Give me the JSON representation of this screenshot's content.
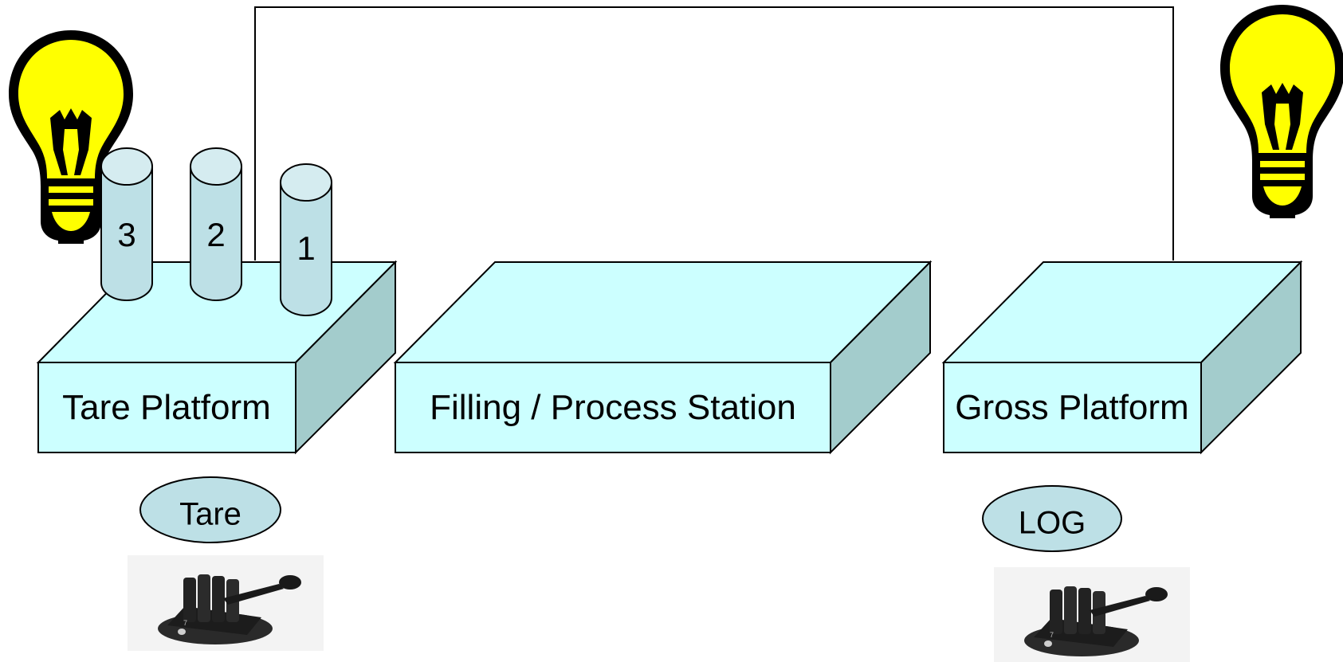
{
  "stations": {
    "tare": {
      "label": "Tare Platform"
    },
    "filling": {
      "label": "Filling / Process Station"
    },
    "gross": {
      "label": "Gross Platform"
    }
  },
  "containers": [
    {
      "label": "3"
    },
    {
      "label": "2"
    },
    {
      "label": "1"
    }
  ],
  "buttons": {
    "tare": {
      "label": "Tare"
    },
    "log": {
      "label": "LOG"
    }
  },
  "colors": {
    "box_front": "#ccffff",
    "box_top": "#ccffff",
    "box_side": "#a3cccc",
    "cylinder": "#bde0e6",
    "button_fill": "#bde0e6",
    "bulb": "#ffff00",
    "outline": "#000000"
  },
  "icons": {
    "indicator_light": "light-bulb-icon",
    "foot_pedal": "foot-pedal-switch-icon"
  }
}
